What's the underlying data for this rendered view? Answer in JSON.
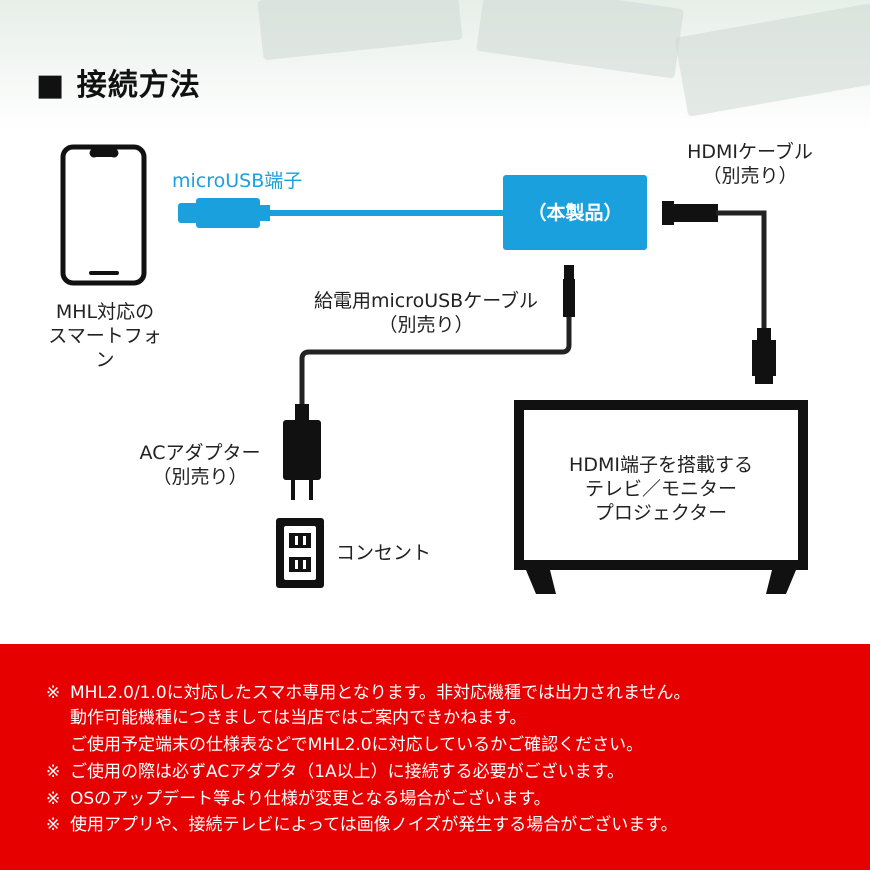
{
  "header": {
    "title": "■ 接続方法"
  },
  "diagram": {
    "smartphone_label_1": "MHL対応の",
    "smartphone_label_2": "スマートフォン",
    "usb_port_label": "microUSB端子",
    "product_label": "（本製品）",
    "hdmi_cable_label_1": "HDMIケーブル",
    "hdmi_cable_label_2": "（別売り）",
    "power_cable_label_1": "給電用microUSBケーブル",
    "power_cable_label_2": "（別売り）",
    "ac_adapter_label_1": "ACアダプター",
    "ac_adapter_label_2": "（別売り）",
    "outlet_label": "コンセント",
    "tv_label_1": "HDMI端子を搭載する",
    "tv_label_2": "テレビ／モニター",
    "tv_label_3": "プロジェクター",
    "colors": {
      "accent_blue": "#1aa0dd",
      "footer_red": "#e60000",
      "cable_black": "#222222"
    }
  },
  "notes": {
    "mark": "※",
    "line1": "MHL2.0/1.0に対応したスマホ専用となります。非対応機種では出力されません。",
    "line2": "動作可能機種につきましては当店ではご案内できかねます。",
    "line3": "ご使用予定端末の仕様表などでMHL2.0に対応しているかご確認ください。",
    "line4": "ご使用の際は必ずACアダプタ（1A以上）に接続する必要がございます。",
    "line5": "OSのアップデート等より仕様が変更となる場合がございます。",
    "line6": "使用アプリや、接続テレビによっては画像ノイズが発生する場合がございます。"
  }
}
